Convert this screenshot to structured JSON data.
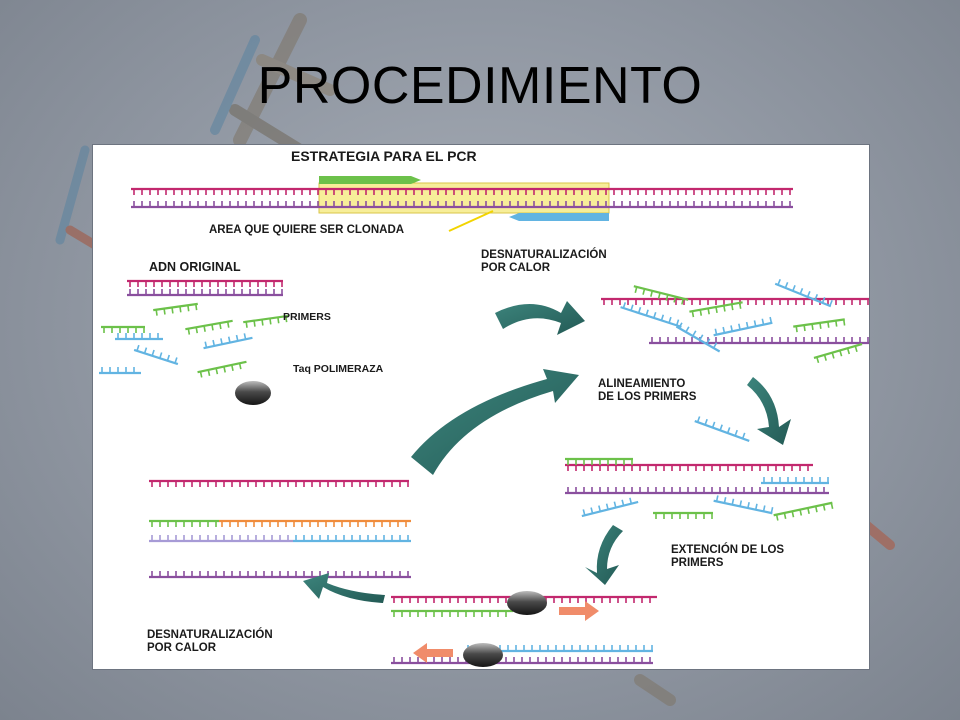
{
  "slide": {
    "title": "PROCEDIMIENTO"
  },
  "diagram": {
    "heading": "ESTRATEGIA PARA EL PCR",
    "target_area_label": "AREA QUE QUIERE SER CLONADA",
    "original_dna_label": "ADN ORIGINAL",
    "primers_label": "PRIMERS",
    "polymerase_label": "Taq POLIMERAZA",
    "denaturation_top": [
      "DESNATURALIZACIÓN",
      "POR CALOR"
    ],
    "annealing": [
      "ALINEAMIENTO",
      "DE LOS PRIMERS"
    ],
    "extension": [
      "EXTENCIÓN DE LOS",
      "PRIMERS"
    ],
    "denaturation_bottom": [
      "DESNATURALIZACIÓN",
      "POR CALOR"
    ]
  },
  "colors": {
    "strand_top": "#c2286e",
    "strand_bottom": "#8a4f9e",
    "primer_green": "#6cc14a",
    "primer_blue": "#62b4e2",
    "new_strand_orange": "#f08c3c",
    "new_strand_lavender": "#a79bd6",
    "arrow_teal": "#2e6e68",
    "highlight_yellow": "#f7ee99"
  }
}
